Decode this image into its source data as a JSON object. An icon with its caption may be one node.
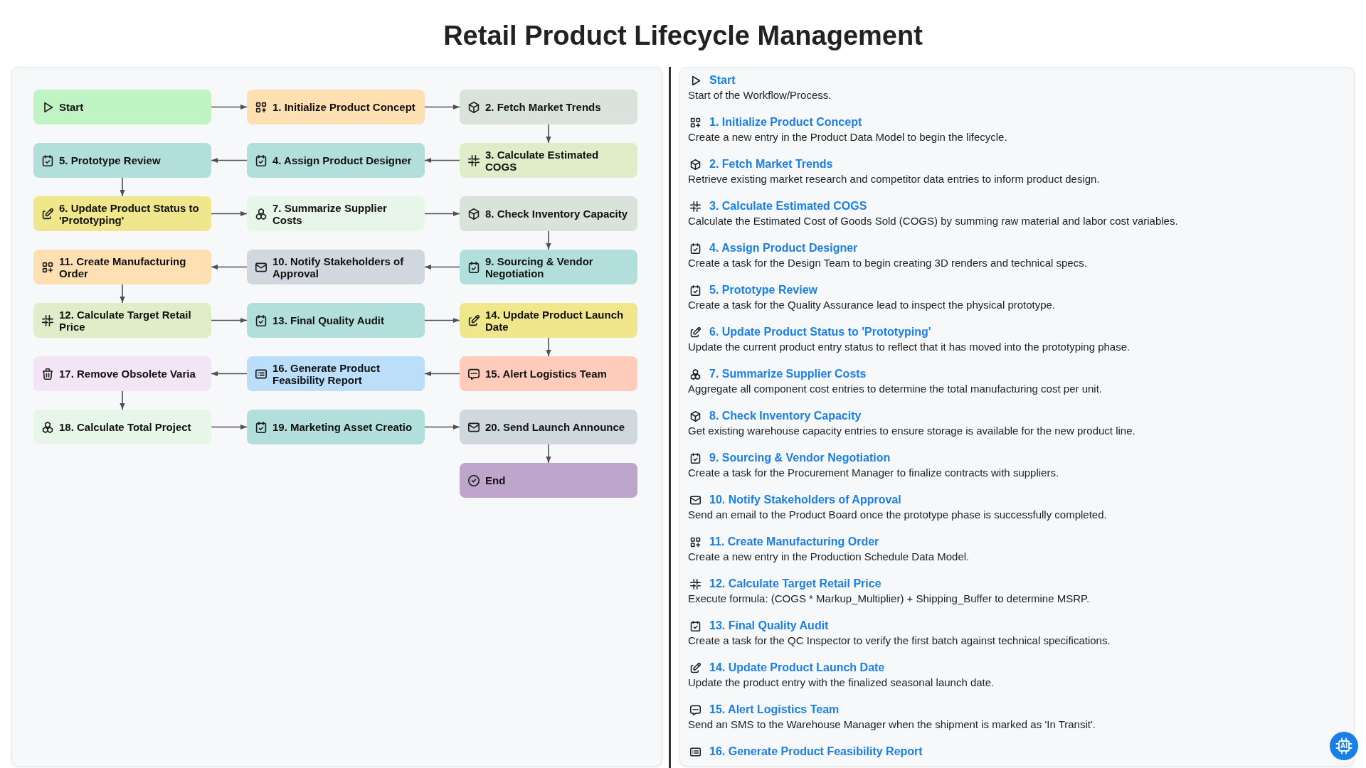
{
  "diagram": {
    "title": "Retail Product Lifecycle Management",
    "nodes": [
      {
        "text": [
          "Start"
        ]
      },
      {
        "text": [
          "1. Initialize Product Concept"
        ]
      },
      {
        "text": [
          "2. Fetch Market Trends"
        ]
      },
      {
        "text": [
          "3. Calculate Estimated COGS"
        ]
      },
      {
        "text": [
          "4. Assign Product Designer"
        ]
      },
      {
        "text": [
          "5. Prototype Review"
        ]
      },
      {
        "text": [
          "6. Update Product Status to 'Prototyping'"
        ]
      },
      {
        "text": [
          "7. Summarize Supplier Costs"
        ]
      },
      {
        "text": [
          "8. Check Inventory Capacity"
        ]
      },
      {
        "text": [
          "9. Sourcing & Vendor Negotiation"
        ]
      },
      {
        "text": [
          "10. Notify Stakeholders of Approval"
        ]
      },
      {
        "text": [
          "11. Create Manufacturing Order"
        ]
      },
      {
        "text": [
          "12. Calculate Target Retail Price"
        ]
      },
      {
        "text": [
          "13. Final Quality Audit"
        ]
      },
      {
        "text": [
          "14. Update Product Launch Date"
        ]
      },
      {
        "text": [
          "15. Alert Logistics Team"
        ]
      },
      {
        "text": [
          "16. Generate Product Feasibility Report"
        ]
      },
      {
        "text": [
          "17. Remove Obsolete Varia"
        ]
      },
      {
        "text": [
          "18. Calculate Total Project"
        ]
      },
      {
        "text": [
          "19. Marketing Asset Creatio"
        ]
      },
      {
        "text": [
          "20. Send Launch Announce"
        ]
      },
      {
        "text": [
          "End"
        ]
      }
    ],
    "edges": [
      {
        "from": 0,
        "to": 1,
        "arrow": "to"
      },
      {
        "from": 1,
        "to": 2,
        "arrow": "to"
      },
      {
        "from": 2,
        "to": 3,
        "arrow": "to"
      },
      {
        "from": 3,
        "to": 4,
        "arrow": "to"
      },
      {
        "from": 4,
        "to": 5,
        "arrow": "to"
      },
      {
        "from": 5,
        "to": 6,
        "arrow": "to"
      },
      {
        "from": 6,
        "to": 7,
        "arrow": "to"
      },
      {
        "from": 7,
        "to": 8,
        "arrow": "to"
      },
      {
        "from": 8,
        "to": 9,
        "arrow": "to"
      },
      {
        "from": 9,
        "to": 10,
        "arrow": "to"
      },
      {
        "from": 10,
        "to": 11,
        "arrow": "to"
      },
      {
        "from": 11,
        "to": 12,
        "arrow": "to"
      },
      {
        "from": 12,
        "to": 13,
        "arrow": "to"
      },
      {
        "from": 13,
        "to": 14,
        "arrow": "to"
      },
      {
        "from": 14,
        "to": 15,
        "arrow": "to"
      },
      {
        "from": 15,
        "to": 16,
        "arrow": "to"
      },
      {
        "from": 16,
        "to": 17,
        "arrow": "to"
      },
      {
        "from": 17,
        "to": 18,
        "arrow": "to"
      },
      {
        "from": 18,
        "to": 19,
        "arrow": "to"
      },
      {
        "from": 19,
        "to": 20,
        "arrow": "to"
      },
      {
        "from": 20,
        "to": 21,
        "arrow": "to"
      }
    ],
    "labels": [
      "Start",
      "Start of the Workflow/Process.",
      "1. Initialize Product Concept",
      "Create a new entry in the Product Data Model to begin the lifecycle.",
      "2. Fetch Market Trends",
      "Retrieve existing market research and competitor data entries to inform product design.",
      "3. Calculate Estimated COGS",
      "Calculate the Estimated Cost of Goods Sold (COGS) by summing raw material and labor cost variables.",
      "4. Assign Product Designer",
      "Create a task for the Design Team to begin creating 3D renders and technical specs.",
      "5. Prototype Review",
      "Create a task for the Quality Assurance lead to inspect the physical prototype.",
      "6. Update Product Status to 'Prototyping'",
      "Update the current product entry status to reflect that it has moved into the prototyping phase.",
      "7. Summarize Supplier Costs",
      "Aggregate all component cost entries to determine the total manufacturing cost per unit.",
      "8. Check Inventory Capacity",
      "Get existing warehouse capacity entries to ensure storage is available for the new product line.",
      "9. Sourcing & Vendor Negotiation",
      "Create a task for the Procurement Manager to finalize contracts with suppliers.",
      "10. Notify Stakeholders of Approval",
      "Send an email to the Product Board once the prototype phase is successfully completed.",
      "11. Create Manufacturing Order",
      "Create a new entry in the Production Schedule Data Model.",
      "12. Calculate Target Retail Price",
      "Execute formula: (COGS * Markup_Multiplier) + Shipping_Buffer to determine MSRP.",
      "13. Final Quality Audit",
      "Create a task for the QC Inspector to verify the first batch against technical specifications.",
      "14. Update Product Launch Date",
      "Update the product entry with the finalized seasonal launch date.",
      "15. Alert Logistics Team",
      "Send an SMS to the Warehouse Manager when the shipment is marked as 'In Transit'.",
      "16. Generate Product Feasibility Report",
      "AI"
    ]
  }
}
